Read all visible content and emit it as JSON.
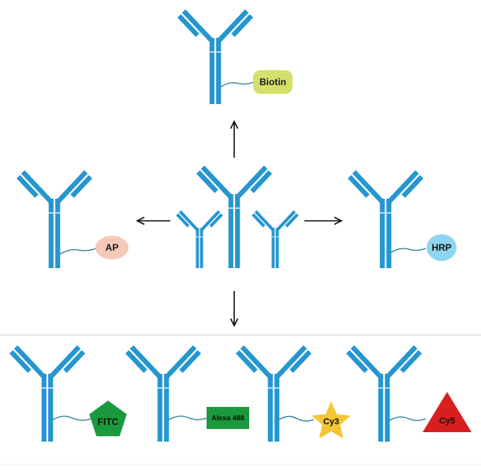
{
  "colors": {
    "antibody": "#2596cf",
    "antibody_gap": "#ffffff",
    "arrow": "#111111",
    "divider": "#d6d6d6",
    "linker": "#2f7f90"
  },
  "center": {
    "name": "primary-antibody-cluster"
  },
  "conjugates": [
    {
      "id": "biotin",
      "label": "Biotin",
      "shape": "rounded-rect",
      "fill": "#d4e06a",
      "text_color": "#1a1a1a",
      "icon": "biotin-tag"
    },
    {
      "id": "ap",
      "label": "AP",
      "shape": "ellipse",
      "fill": "#f4c9b8",
      "text_color": "#1a1a1a",
      "icon": "ap-enzyme"
    },
    {
      "id": "hrp",
      "label": "HRP",
      "shape": "ellipse",
      "fill": "#8ed6f0",
      "text_color": "#1a1a1a",
      "icon": "hrp-enzyme"
    }
  ],
  "fluorophores": [
    {
      "id": "fitc",
      "label": "FITC",
      "shape": "pentagon",
      "fill": "#1a9a3c",
      "text_color": "#111111"
    },
    {
      "id": "alexa488",
      "label": "Alexa 488",
      "shape": "rect",
      "fill": "#1a9a3c",
      "text_color": "#111111"
    },
    {
      "id": "cy3",
      "label": "Cy3",
      "shape": "star",
      "fill": "#f4c534",
      "text_color": "#111111"
    },
    {
      "id": "cy5",
      "label": "Cy5",
      "shape": "triangle",
      "fill": "#d81e1e",
      "text_color": "#111111"
    }
  ]
}
